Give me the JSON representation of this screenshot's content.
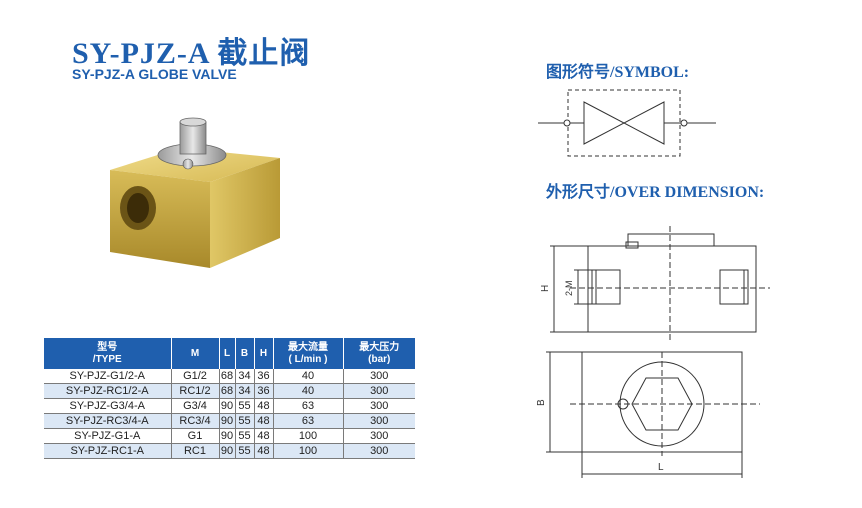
{
  "header": {
    "title": "SY-PJZ-A 截止阀",
    "subtitle": "SY-PJZ-A GLOBE VALVE"
  },
  "symbol": {
    "heading": "图形符号/SYMBOL:"
  },
  "dimension": {
    "heading": "外形尺寸/OVER DIMENSION:",
    "labels": {
      "h": "H",
      "m": "2-M",
      "b": "B",
      "l": "L"
    }
  },
  "table": {
    "headers": [
      "型号\n/TYPE",
      "M",
      "L",
      "B",
      "H",
      "最大流量\n( L/min )",
      "最大压力\n(bar)"
    ],
    "rows": [
      [
        "SY-PJZ-G1/2-A",
        "G1/2",
        "68",
        "34",
        "36",
        "40",
        "300"
      ],
      [
        "SY-PJZ-RC1/2-A",
        "RC1/2",
        "68",
        "34",
        "36",
        "40",
        "300"
      ],
      [
        "SY-PJZ-G3/4-A",
        "G3/4",
        "90",
        "55",
        "48",
        "63",
        "300"
      ],
      [
        "SY-PJZ-RC3/4-A",
        "RC3/4",
        "90",
        "55",
        "48",
        "63",
        "300"
      ],
      [
        "SY-PJZ-G1-A",
        "G1",
        "90",
        "55",
        "48",
        "100",
        "300"
      ],
      [
        "SY-PJZ-RC1-A",
        "RC1",
        "90",
        "55",
        "48",
        "100",
        "300"
      ]
    ]
  },
  "colors": {
    "brand": "#1f5fae",
    "row_alt": "#dbe7f5",
    "brass": "#c9a838"
  }
}
